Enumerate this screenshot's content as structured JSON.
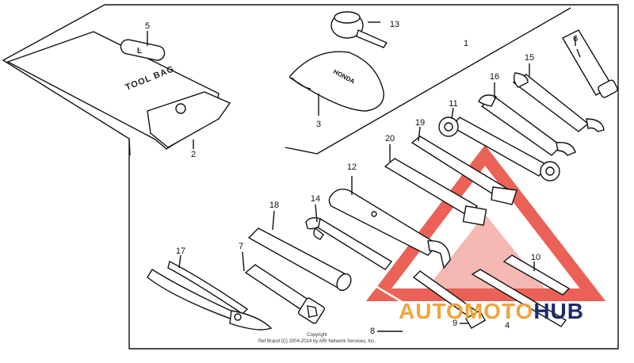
{
  "diagram": {
    "callouts": [
      "1",
      "2",
      "3",
      "4",
      "5",
      "6",
      "7",
      "8",
      "9",
      "10",
      "11",
      "12",
      "13",
      "14",
      "15",
      "16",
      "17",
      "18",
      "19",
      "20"
    ],
    "item_labels": {
      "tool_bag": "TOOL BAG",
      "pouch_brand": "HONDA"
    },
    "copyright": {
      "line1": "Copyright",
      "line2": "Ref Brand (C) 2004-2014 by ARI Network Services, Inc."
    },
    "watermark": {
      "brand_part1": "AUTO",
      "brand_part2": "MOTO",
      "brand_part3": "HUB",
      "colors": {
        "red": "#e8463a",
        "orange": "#f2a33a"
      }
    }
  }
}
